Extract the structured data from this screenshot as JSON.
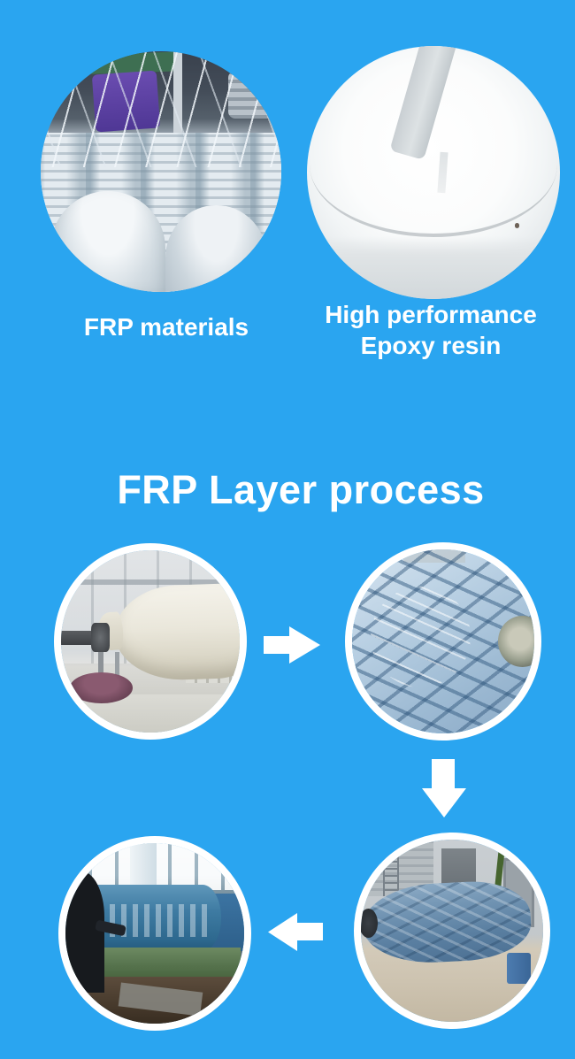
{
  "colors": {
    "background": "#2aa5f0",
    "text": "#ffffff",
    "ring": "#ffffff",
    "arrow": "#ffffff"
  },
  "top_section": {
    "materials": {
      "label": "FRP materials",
      "photo_alt": "Rolls of silver fiberglass FRP material stacked in a factory"
    },
    "resin": {
      "label_line1": "High performance",
      "label_line2": "Epoxy resin",
      "photo_alt": "Bucket of white high performance epoxy resin with a stirring paddle"
    }
  },
  "process_section": {
    "title": "FRP Layer process",
    "steps": [
      {
        "photo_alt": "White tank liner mounted on a winding machine in the workshop"
      },
      {
        "photo_alt": "Close-up of blue glass fibers being filament-wound around the tank"
      },
      {
        "photo_alt": "Blue FRP wrapped tank hanging in the warehouse"
      },
      {
        "photo_alt": "Wrapped tank being trimmed and finished on a lathe machine"
      }
    ],
    "arrows": [
      {
        "direction": "right"
      },
      {
        "direction": "down"
      },
      {
        "direction": "left"
      }
    ]
  }
}
